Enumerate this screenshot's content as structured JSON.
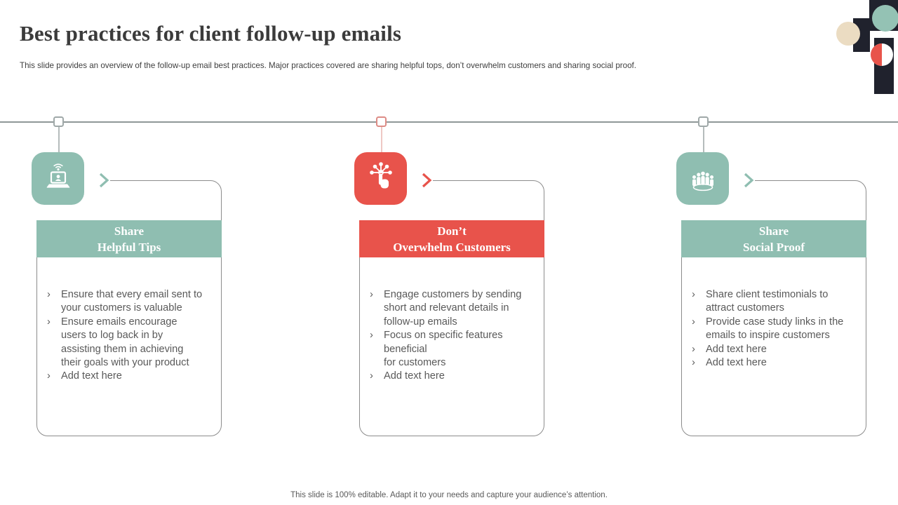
{
  "slide": {
    "title": "Best practices for client follow-up emails",
    "subtitle": "This slide provides an overview of the follow-up email best practices. Major practices covered are sharing helpful tops, don’t overwhelm customers and sharing social proof.",
    "footer": "This slide is 100% editable. Adapt it to your needs and capture your audience’s attention."
  },
  "bullet_char": "›",
  "colors": {
    "accent_teal": "#8FBEB1",
    "accent_red": "#E8534B",
    "deco_dark": "#20222D",
    "deco_teal": "#94C2B4",
    "deco_beige": "#EBDCC2",
    "deco_red": "#E8544B",
    "timeline_line": "#8F9898",
    "milestone_gray_border": "#9FA8A8",
    "milestone_red_border": "#DD8C86",
    "connector_gray": "#B5BCBC",
    "connector_pink": "#EFC8C4",
    "card_border": "#8C8C8C",
    "title_text": "#3B3B3B",
    "subtitle_text": "#3F3F3F",
    "body_text": "#595959"
  },
  "columns": [
    {
      "icon": "laptop-wifi-icon",
      "accent": "#8FBEB1",
      "title": "Share\nHelpful Tips",
      "bullets": [
        "Ensure that every email sent to\nyour customers is valuable",
        "Ensure emails encourage\nusers to log back in by\nassisting them in achieving\ntheir goals with your product",
        "Add text here"
      ]
    },
    {
      "icon": "touch-interaction-icon",
      "accent": "#E8534B",
      "title": "Don’t\nOverwhelm Customers",
      "bullets": [
        "Engage customers by sending\nshort and relevant details in\nfollow-up emails",
        "Focus on specific features\nbeneficial\nfor customers",
        "Add text here"
      ]
    },
    {
      "icon": "people-group-icon",
      "accent": "#8FBEB1",
      "title": "Share\nSocial Proof",
      "bullets": [
        "Share client testimonials to\nattract customers",
        "Provide case study links in the\nemails to inspire customers",
        "Add text here",
        "Add text here"
      ]
    }
  ]
}
